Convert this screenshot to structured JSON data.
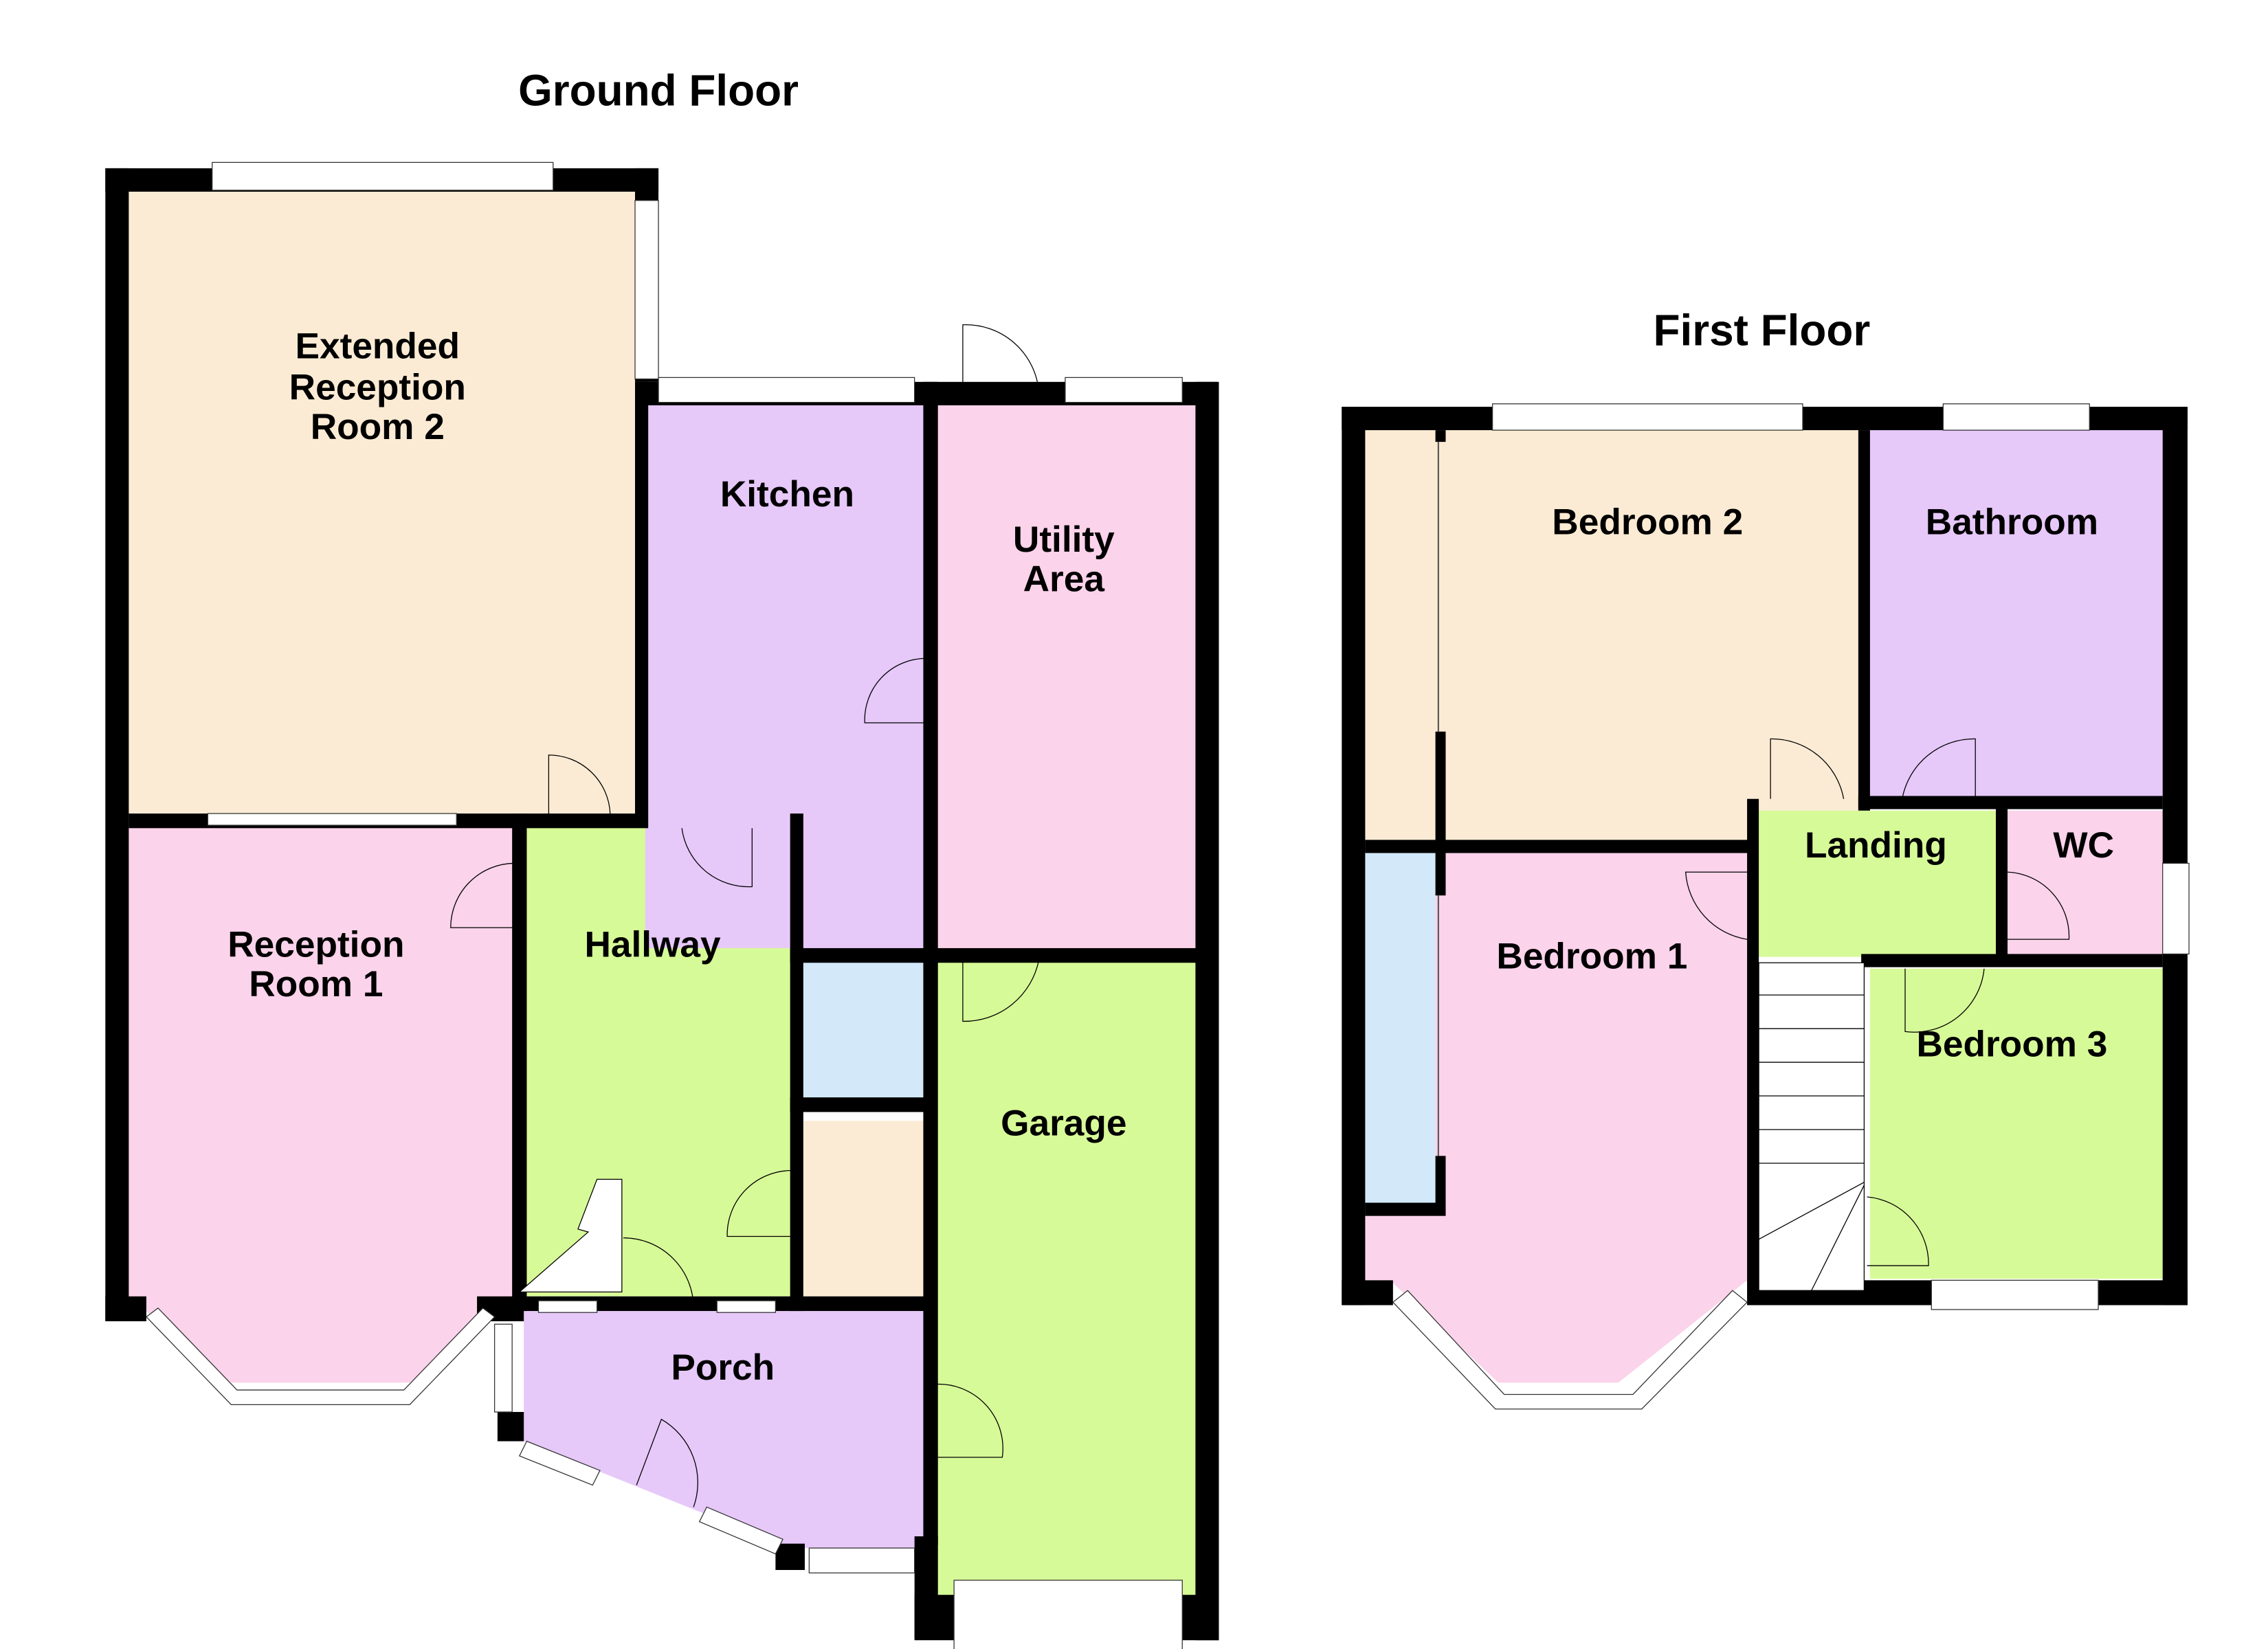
{
  "ground_floor": {
    "title": "Ground Floor",
    "rooms": [
      {
        "name": "Extended Reception Room 2",
        "lines": [
          "Extended",
          "Reception",
          "Room 2"
        ],
        "color": "#fcebd4"
      },
      {
        "name": "Reception Room 1",
        "lines": [
          "Reception",
          "Room 1"
        ],
        "color": "#fbd3ea"
      },
      {
        "name": "Hallway",
        "lines": [
          "Hallway"
        ],
        "color": "#d7fa98"
      },
      {
        "name": "Kitchen",
        "lines": [
          "Kitchen"
        ],
        "color": "#e6c8f9"
      },
      {
        "name": "Utility Area",
        "lines": [
          "Utility",
          "Area"
        ],
        "color": "#fbd3ea"
      },
      {
        "name": "Garage",
        "lines": [
          "Garage"
        ],
        "color": "#d7fa98"
      },
      {
        "name": "Porch",
        "lines": [
          "Porch"
        ],
        "color": "#e6c8f9"
      },
      {
        "name": "Cupboard (blue)",
        "lines": [],
        "color": "#d3e9fa"
      },
      {
        "name": "Cupboard (beige)",
        "lines": [],
        "color": "#fcebd4"
      }
    ]
  },
  "first_floor": {
    "title": "First Floor",
    "rooms": [
      {
        "name": "Bedroom 2",
        "lines": [
          "Bedroom 2"
        ],
        "color": "#fcebd4"
      },
      {
        "name": "Bathroom",
        "lines": [
          "Bathroom"
        ],
        "color": "#e6c8f9"
      },
      {
        "name": "Landing",
        "lines": [
          "Landing"
        ],
        "color": "#d7fa98"
      },
      {
        "name": "WC",
        "lines": [
          "WC"
        ],
        "color": "#fbd3ea"
      },
      {
        "name": "Bedroom 1",
        "lines": [
          "Bedroom 1"
        ],
        "color": "#fbd3ea"
      },
      {
        "name": "Bedroom 3",
        "lines": [
          "Bedroom 3"
        ],
        "color": "#d7fa98"
      },
      {
        "name": "Wardrobe (beige)",
        "lines": [],
        "color": "#fcebd4"
      },
      {
        "name": "Wardrobe (blue)",
        "lines": [],
        "color": "#d3e9fa"
      }
    ]
  },
  "colors": {
    "wall": "#000000",
    "background": "#ffffff"
  }
}
